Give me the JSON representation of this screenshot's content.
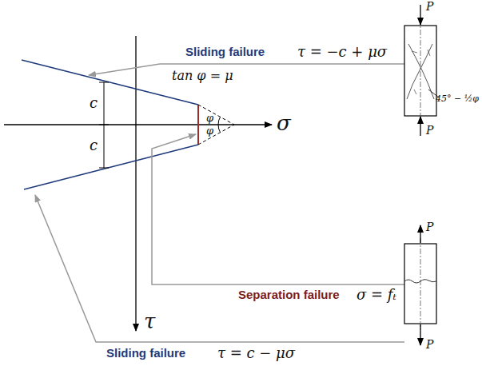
{
  "diagram": {
    "labels": [
      "Sliding failure",
      "τ = −c + μσ",
      "tan φ = μ",
      "c",
      "c",
      "φ",
      "φ",
      "σ",
      "τ",
      "Separation failure",
      "σ = fₜ",
      "Sliding failure",
      "τ = c − μσ",
      "P",
      "P",
      "45° − ½φ",
      "P",
      "P"
    ]
  }
}
